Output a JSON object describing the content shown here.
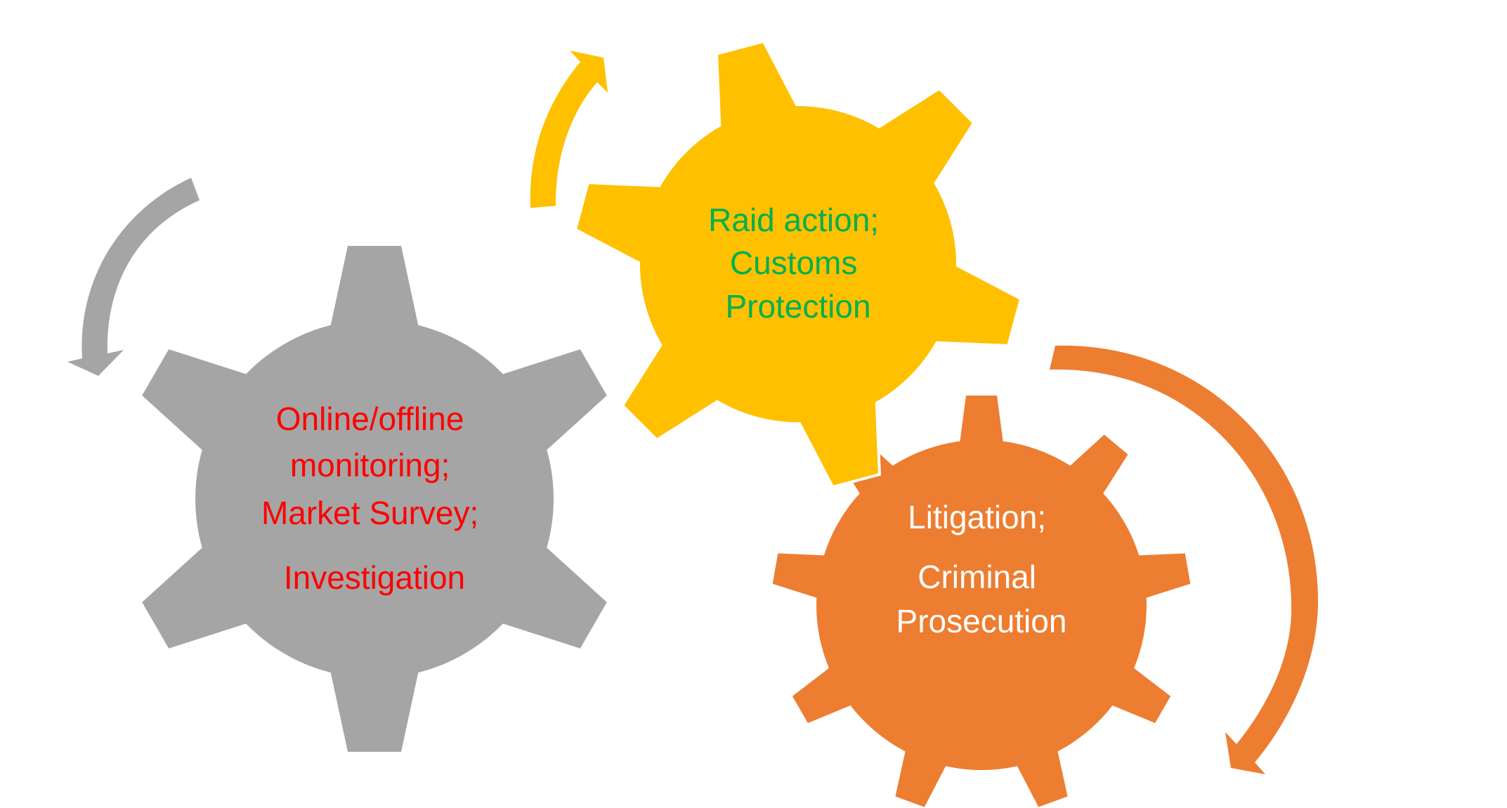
{
  "diagram": {
    "type": "gear-cycle",
    "gears": [
      {
        "id": "monitoring",
        "lines": [
          "Online/offline",
          "monitoring;",
          "Market Survey;",
          "Investigation"
        ],
        "fill": "#A5A5A5",
        "text_color": "#FF0000",
        "teeth": 6
      },
      {
        "id": "raid",
        "lines": [
          "Raid action;",
          "Customs",
          "Protection"
        ],
        "fill": "#FFC000",
        "text_color": "#00B050",
        "teeth": 6
      },
      {
        "id": "litigation",
        "lines": [
          "Litigation;",
          "Criminal",
          "Prosecution"
        ],
        "fill": "#ED7D31",
        "text_color": "#FFFFFF",
        "teeth": 9
      }
    ],
    "arrows": [
      {
        "id": "monitoring-arrow",
        "color": "#A5A5A5",
        "direction": "counter-clockwise"
      },
      {
        "id": "raid-arrow",
        "color": "#FFC000",
        "direction": "clockwise"
      },
      {
        "id": "litigation-arrow",
        "color": "#ED7D31",
        "direction": "clockwise"
      }
    ],
    "background": "#FFFFFF"
  }
}
